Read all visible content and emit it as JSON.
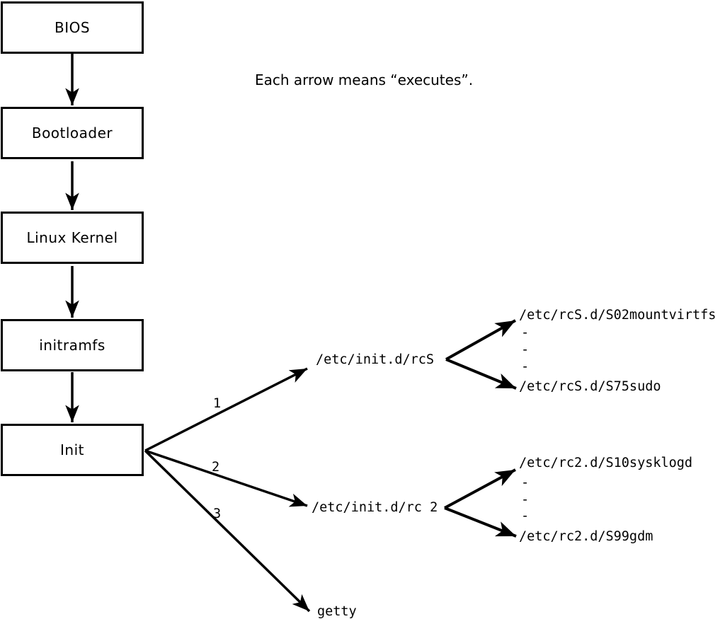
{
  "diagram": {
    "note": "Each arrow means “executes”.",
    "boxes": [
      "BIOS",
      "Bootloader",
      "Linux Kernel",
      "initramfs",
      "Init"
    ],
    "fan_labels": [
      "1",
      "2",
      "3"
    ],
    "rcS": {
      "script": "/etc/init.d/rcS",
      "entry_first": "/etc/rcS.d/S02mountvirtfs",
      "dash": "-",
      "entry_last": "/etc/rcS.d/S75sudo"
    },
    "rc2": {
      "script": "/etc/init.d/rc 2",
      "entry_first": "/etc/rc2.d/S10sysklogd",
      "dash": "-",
      "entry_last": "/etc/rc2.d/S99gdm"
    },
    "getty_label": "getty",
    "colors": {
      "ink": "#000000",
      "background": "#ffffff"
    }
  }
}
